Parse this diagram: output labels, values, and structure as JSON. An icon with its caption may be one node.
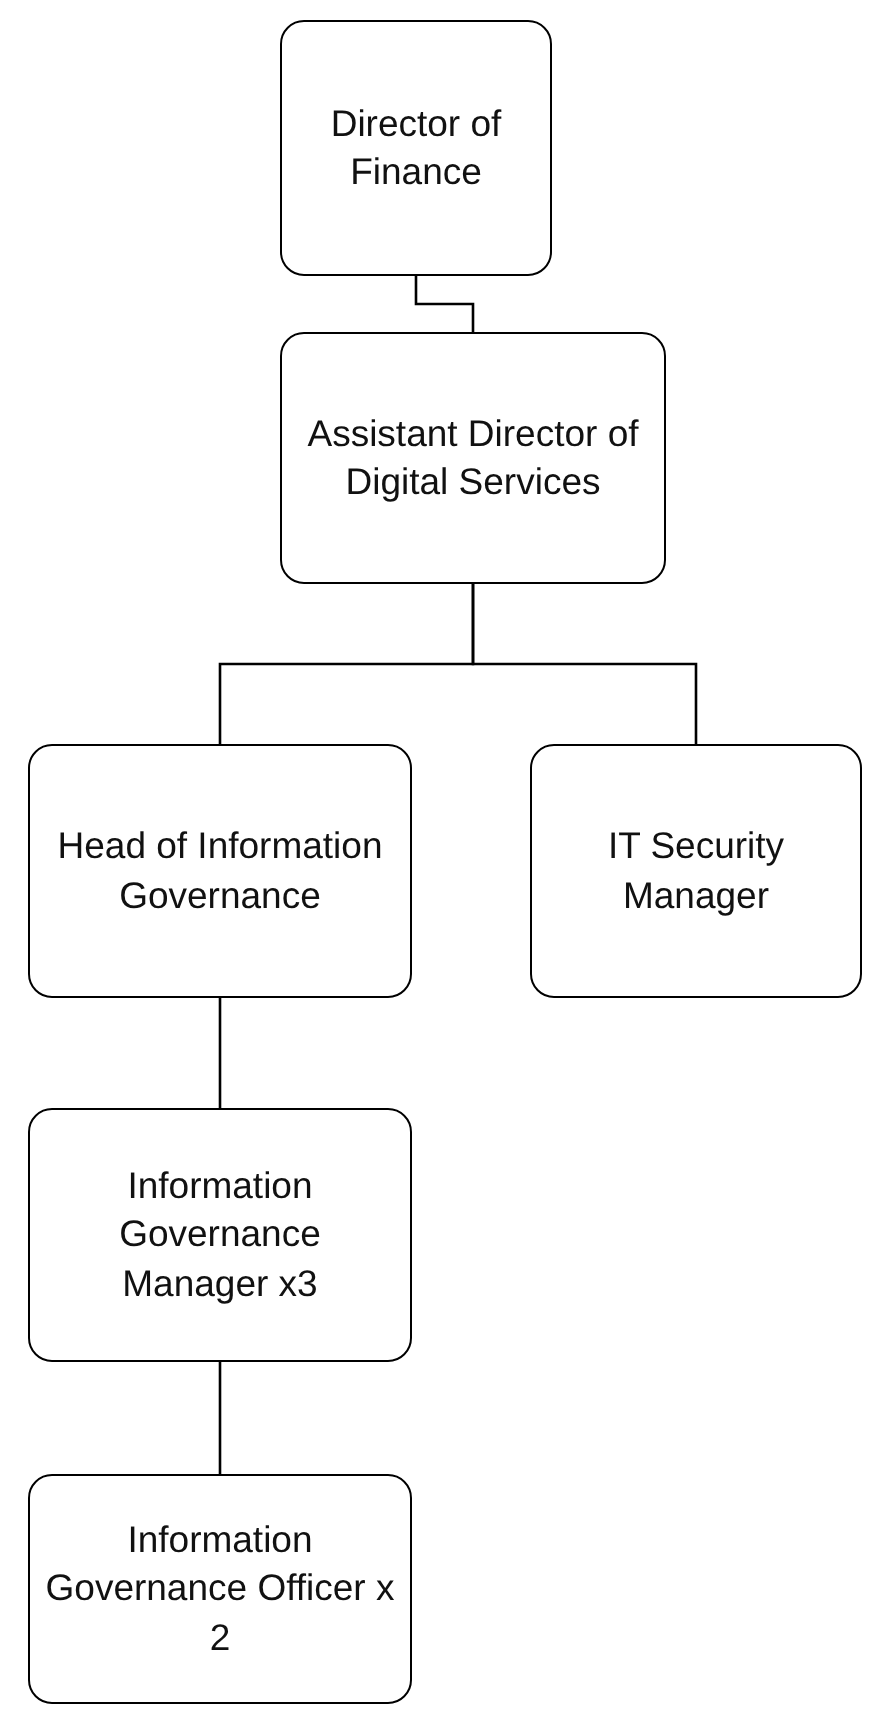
{
  "diagram": {
    "nodes": [
      {
        "text": [
          "Director of Finance"
        ]
      },
      {
        "text": [
          "Assistant Director of Digital Services"
        ]
      },
      {
        "text": [
          "Head of Information Governance"
        ]
      },
      {
        "text": [
          "IT Security Manager"
        ]
      },
      {
        "text": [
          "Information Governance Manager x3"
        ]
      },
      {
        "text": [
          "Information Governance Officer x 2"
        ]
      }
    ],
    "edges": [
      {
        "from": 0,
        "to": 1,
        "arrow": "none"
      },
      {
        "from": 1,
        "to": 2,
        "arrow": "none"
      },
      {
        "from": 1,
        "to": 3,
        "arrow": "none"
      },
      {
        "from": 2,
        "to": 4,
        "arrow": "none"
      },
      {
        "from": 4,
        "to": 5,
        "arrow": "none"
      }
    ]
  }
}
